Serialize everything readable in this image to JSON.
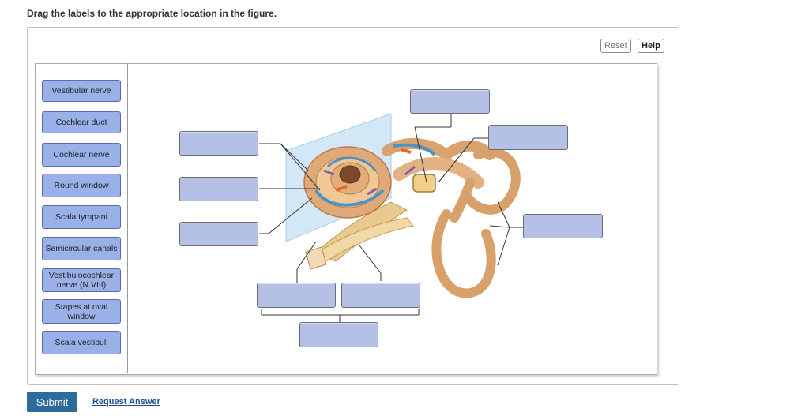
{
  "instruction": "Drag the labels to the appropriate location in the figure.",
  "toolbar": {
    "reset_label": "Reset",
    "help_label": "Help"
  },
  "label_bank": [
    "Vestibular nerve",
    "Cochlear duct",
    "Cochlear nerve",
    "Round window",
    "Scala tympani",
    "Semicircular canals",
    "Vestibulocochlear nerve (N VIII)",
    "Stapes at oval window",
    "Scala vestibuli"
  ],
  "drop_targets": [
    "",
    "",
    "",
    "",
    "",
    "",
    "",
    "",
    "",
    ""
  ],
  "footer": {
    "submit_label": "Submit",
    "request_answer_label": "Request Answer"
  },
  "colors": {
    "label_fill": "#9ab0e8",
    "target_fill": "#b4c0e6",
    "submit_fill": "#2f6b9a",
    "link": "#1f4f8f"
  },
  "figure": {
    "icon": "inner-ear-illustration"
  }
}
